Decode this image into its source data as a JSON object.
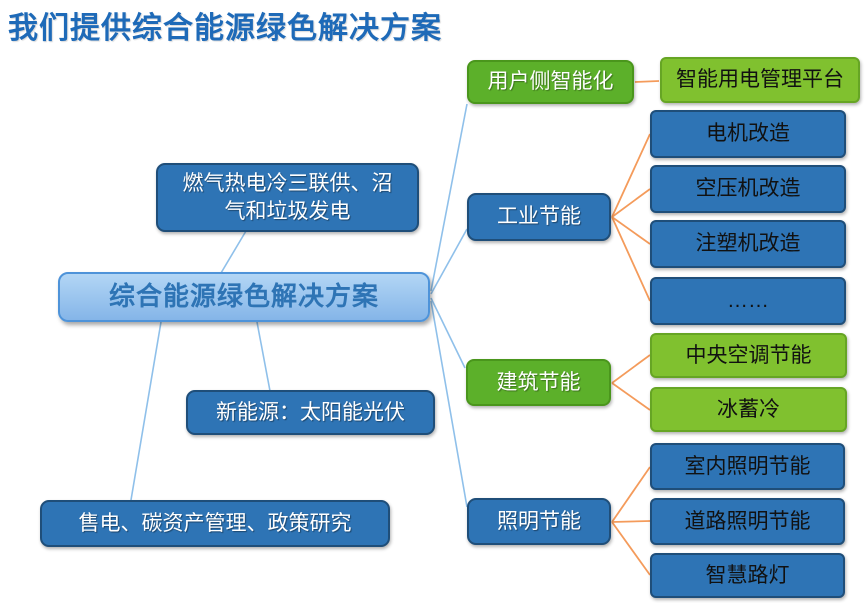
{
  "title": "我们提供综合能源绿色解决方案",
  "colors": {
    "title_text": "#1E6AB8",
    "blue_box": "#2E74B5",
    "blue_box_border": "#1F4E79",
    "green_parent": "#5CB02A",
    "green_parent_border": "#4A961C",
    "green_child": "#80C12F",
    "green_child_border": "#66A524",
    "root_grad_top": "#B3D6F5",
    "root_grad_bottom": "#85B5E8",
    "root_border": "#4E93D9",
    "root_text": "#2E74B5",
    "connector_blue": "#8FC0EA",
    "connector_orange": "#F49B5B",
    "dark_text": "#111111",
    "light_text": "#FFFFFF",
    "page_bg": "#FFFFFF"
  },
  "diagram": {
    "root": {
      "label": "综合能源绿色解决方案"
    },
    "left_branches": [
      {
        "label": "燃气热电冷三联供、沼气和垃圾发电"
      },
      {
        "label": "新能源：太阳能光伏"
      },
      {
        "label": "售电、碳资产管理、政策研究"
      }
    ],
    "right_branches": [
      {
        "label": "用户侧智能化",
        "children": [
          {
            "label": "智能用电管理平台"
          }
        ]
      },
      {
        "label": "工业节能",
        "children": [
          {
            "label": "电机改造"
          },
          {
            "label": "空压机改造"
          },
          {
            "label": "注塑机改造"
          },
          {
            "label": "……"
          }
        ]
      },
      {
        "label": "建筑节能",
        "children": [
          {
            "label": "中央空调节能"
          },
          {
            "label": "冰蓄冷"
          }
        ]
      },
      {
        "label": "照明节能",
        "children": [
          {
            "label": "室内照明节能"
          },
          {
            "label": "道路照明节能"
          },
          {
            "label": "智慧路灯"
          }
        ]
      }
    ]
  }
}
